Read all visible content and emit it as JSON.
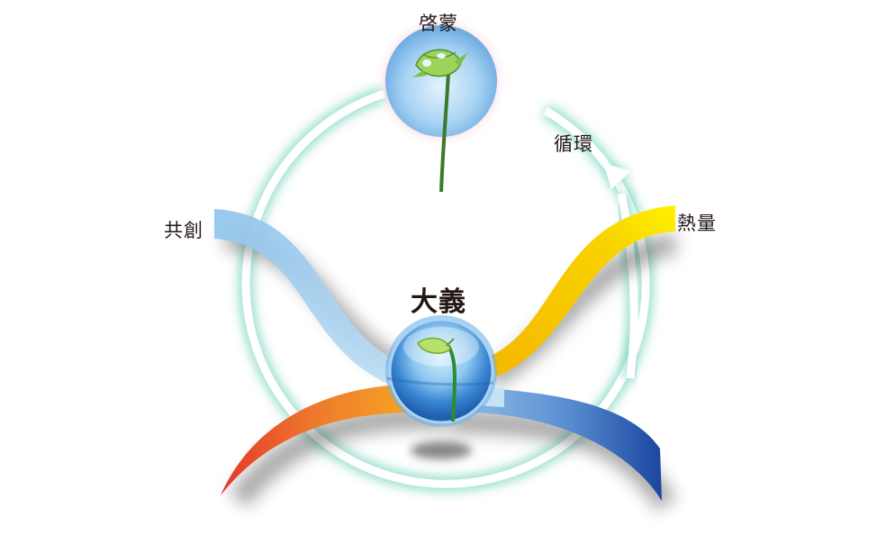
{
  "diagram": {
    "labels": {
      "top": "啓蒙",
      "cycle": "循環",
      "left": "共創",
      "right": "熱量",
      "center": "大義"
    },
    "elements": {
      "ring": {
        "name": "cycle-ring",
        "glow_color": "#7fd6c2",
        "stroke_color": "#ffffff"
      },
      "top_orb": {
        "name": "enlightenment-orb",
        "fill": "#8ec5ee",
        "glow": "#f5a6c8"
      },
      "center_orb": {
        "name": "center-orb",
        "fill": "#3d8fd8"
      },
      "bands": [
        {
          "name": "co-creation-band",
          "color_start": "#8ec5ee",
          "color_end": "#c9e6f8"
        },
        {
          "name": "heat-band",
          "color_start": "#f5c400",
          "color_end": "#fff000"
        },
        {
          "name": "orange-band",
          "color_start": "#e8452a",
          "color_end": "#f5a623"
        },
        {
          "name": "blue-band",
          "color_start": "#7aaee0",
          "color_end": "#1e4fa8"
        }
      ]
    }
  }
}
